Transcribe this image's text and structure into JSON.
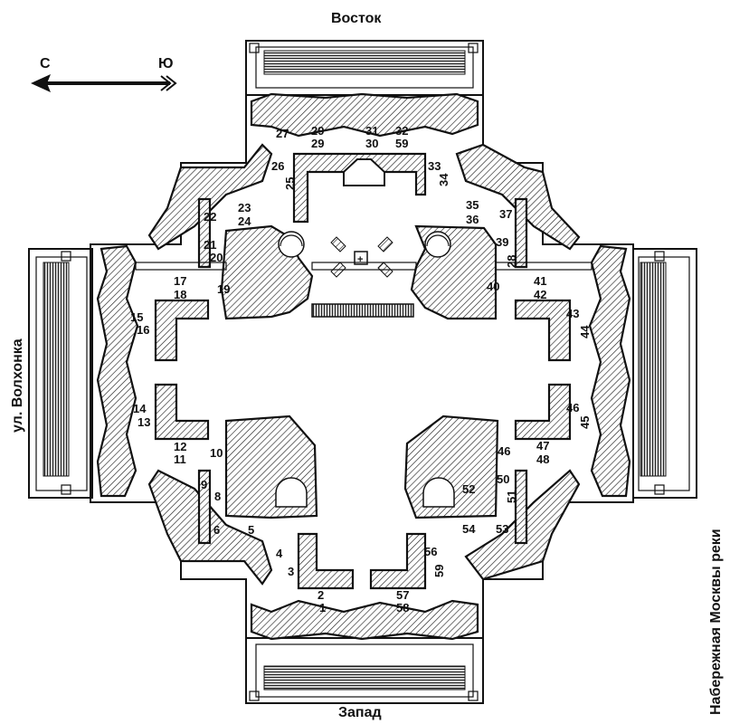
{
  "directions": {
    "north": "С",
    "south": "Ю",
    "east": "Восток",
    "west": "Запад"
  },
  "streets": {
    "left": "ул. Волхонка",
    "right": "Набережная Москвы реки"
  },
  "rooms": [
    {
      "id": "r1",
      "text": "1"
    },
    {
      "id": "r2",
      "text": "2"
    },
    {
      "id": "r3",
      "text": "3"
    },
    {
      "id": "r4",
      "text": "4"
    },
    {
      "id": "r5",
      "text": "5"
    },
    {
      "id": "r6",
      "text": "6"
    },
    {
      "id": "r8",
      "text": "8"
    },
    {
      "id": "r9",
      "text": "9"
    },
    {
      "id": "r10",
      "text": "10"
    },
    {
      "id": "r11",
      "text": "11"
    },
    {
      "id": "r12",
      "text": "12"
    },
    {
      "id": "r13",
      "text": "13"
    },
    {
      "id": "r14",
      "text": "14"
    },
    {
      "id": "r15",
      "text": "15"
    },
    {
      "id": "r16",
      "text": "16"
    },
    {
      "id": "r17",
      "text": "17"
    },
    {
      "id": "r18",
      "text": "18"
    },
    {
      "id": "r19",
      "text": "19"
    },
    {
      "id": "r20",
      "text": "20"
    },
    {
      "id": "r21",
      "text": "21"
    },
    {
      "id": "r22",
      "text": "22"
    },
    {
      "id": "r23",
      "text": "23"
    },
    {
      "id": "r24",
      "text": "24"
    },
    {
      "id": "r25",
      "text": "25"
    },
    {
      "id": "r26",
      "text": "26"
    },
    {
      "id": "r27",
      "text": "27"
    },
    {
      "id": "r28",
      "text": "28"
    },
    {
      "id": "r29a",
      "text": "29"
    },
    {
      "id": "r29b",
      "text": "29"
    },
    {
      "id": "r30",
      "text": "30"
    },
    {
      "id": "r31",
      "text": "31"
    },
    {
      "id": "r32",
      "text": "32"
    },
    {
      "id": "r33",
      "text": "33"
    },
    {
      "id": "r34",
      "text": "34"
    },
    {
      "id": "r35",
      "text": "35"
    },
    {
      "id": "r36",
      "text": "36"
    },
    {
      "id": "r37",
      "text": "37"
    },
    {
      "id": "r39",
      "text": "39"
    },
    {
      "id": "r40",
      "text": "40"
    },
    {
      "id": "r41",
      "text": "41"
    },
    {
      "id": "r42",
      "text": "42"
    },
    {
      "id": "r43",
      "text": "43"
    },
    {
      "id": "r44",
      "text": "44"
    },
    {
      "id": "r45",
      "text": "45"
    },
    {
      "id": "r46a",
      "text": "46"
    },
    {
      "id": "r46b",
      "text": "46"
    },
    {
      "id": "r47",
      "text": "47"
    },
    {
      "id": "r48",
      "text": "48"
    },
    {
      "id": "r50",
      "text": "50"
    },
    {
      "id": "r51",
      "text": "51"
    },
    {
      "id": "r52",
      "text": "52"
    },
    {
      "id": "r53",
      "text": "53"
    },
    {
      "id": "r54",
      "text": "54"
    },
    {
      "id": "r56",
      "text": "56"
    },
    {
      "id": "r57",
      "text": "57"
    },
    {
      "id": "r58",
      "text": "58"
    },
    {
      "id": "r59a",
      "text": "59"
    },
    {
      "id": "r59b",
      "text": "59"
    }
  ]
}
